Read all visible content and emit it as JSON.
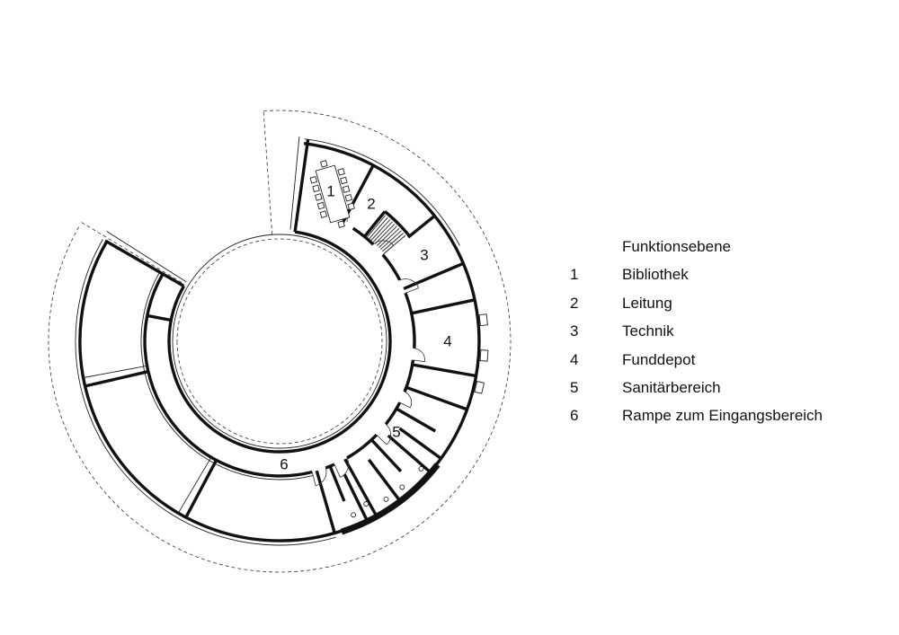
{
  "legend": {
    "title": "Funktionsebene",
    "items": [
      {
        "number": "1",
        "label": "Bibliothek"
      },
      {
        "number": "2",
        "label": "Leitung"
      },
      {
        "number": "3",
        "label": "Technik"
      },
      {
        "number": "4",
        "label": "Funddepot"
      },
      {
        "number": "5",
        "label": "Sanitärbereich"
      },
      {
        "number": "6",
        "label": "Rampe zum Eingangsbereich"
      }
    ]
  }
}
